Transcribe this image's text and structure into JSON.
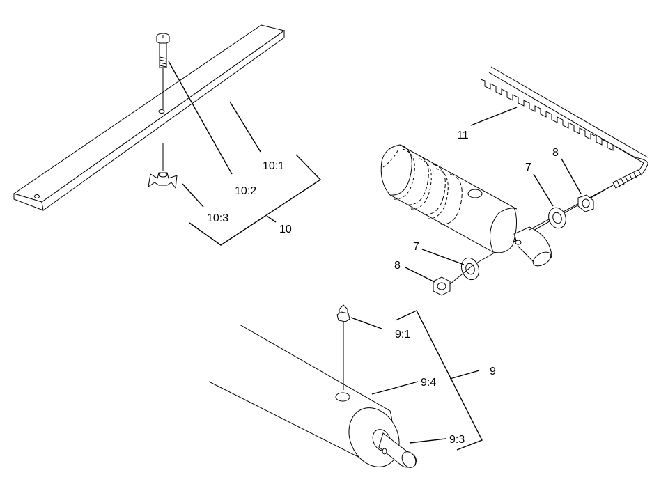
{
  "callouts": {
    "c_10_1": "10:1",
    "c_10_2": "10:2",
    "c_10_3": "10:3",
    "c_10": "10",
    "c_11": "11",
    "c_7a": "7",
    "c_8a": "8",
    "c_7b": "7",
    "c_8b": "8",
    "c_9_1": "9:1",
    "c_9_4": "9:4",
    "c_9": "9",
    "c_9_3": "9:3"
  }
}
